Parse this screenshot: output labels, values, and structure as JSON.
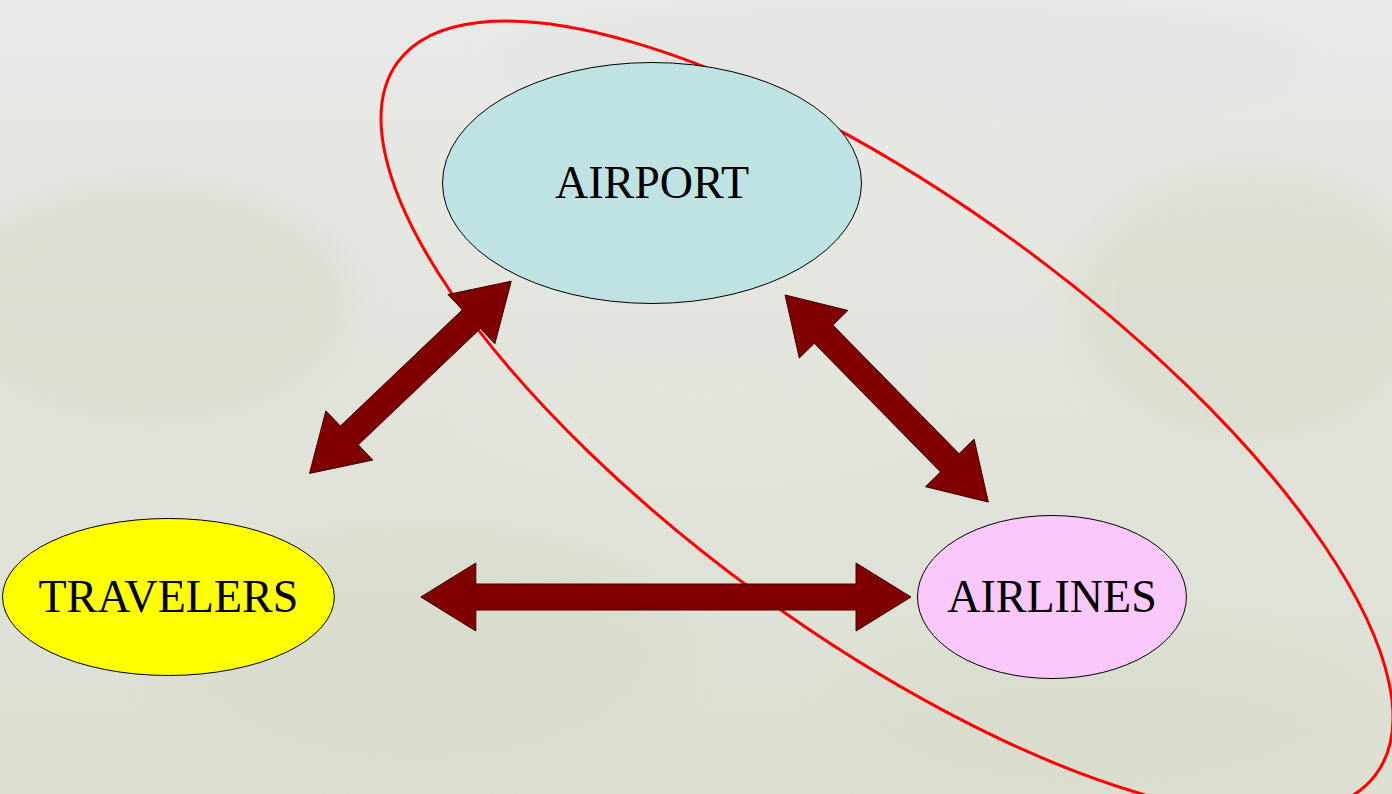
{
  "diagram": {
    "nodes": [
      {
        "text": [
          "AIRPORT"
        ]
      },
      {
        "text": [
          "TRAVELERS"
        ]
      },
      {
        "text": [
          "AIRLINES"
        ]
      }
    ],
    "edges": [
      {
        "from": 0,
        "to": 1,
        "arrow": "both"
      },
      {
        "from": 0,
        "to": 2,
        "arrow": "both"
      },
      {
        "from": 1,
        "to": 2,
        "arrow": "both"
      }
    ]
  }
}
